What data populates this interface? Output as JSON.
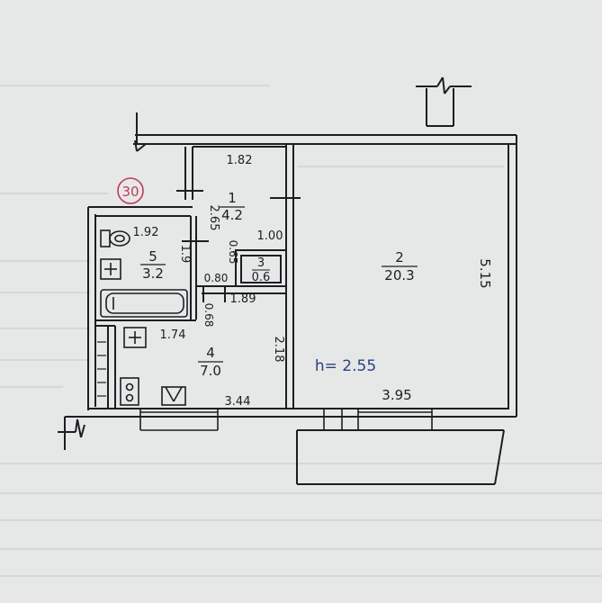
{
  "plan": {
    "apartment_number": "30",
    "ceiling_height": "h= 2.55",
    "rooms": {
      "corridor": {
        "number": "1",
        "area": "4.2"
      },
      "living_room": {
        "number": "2",
        "area": "20.3"
      },
      "closet": {
        "number": "3",
        "area": "0.6"
      },
      "kitchen": {
        "number": "4",
        "area": "7.0"
      },
      "bathroom": {
        "number": "5",
        "area": "3.2"
      }
    },
    "dimensions": {
      "corridor_width": "1.82",
      "corridor_depth": "2.65",
      "bathroom_width": "1.92",
      "bathroom_depth": "1.9",
      "closet_width": "1.00",
      "closet_depth": "0.65",
      "door_span": "0.80",
      "kitchen_top": "1.89",
      "kitchen_upper_wall": "0.68",
      "kitchen_left_wall": "1.74",
      "kitchen_right_wall": "2.18",
      "kitchen_bottom": "3.44",
      "living_room_bottom": "3.95",
      "living_room_right": "5.15"
    }
  },
  "colors": {
    "paper": "#e6e8e7",
    "ink": "#1d1d22",
    "circle_red": "#c23a5a",
    "blue_ink": "#2c3f86"
  }
}
